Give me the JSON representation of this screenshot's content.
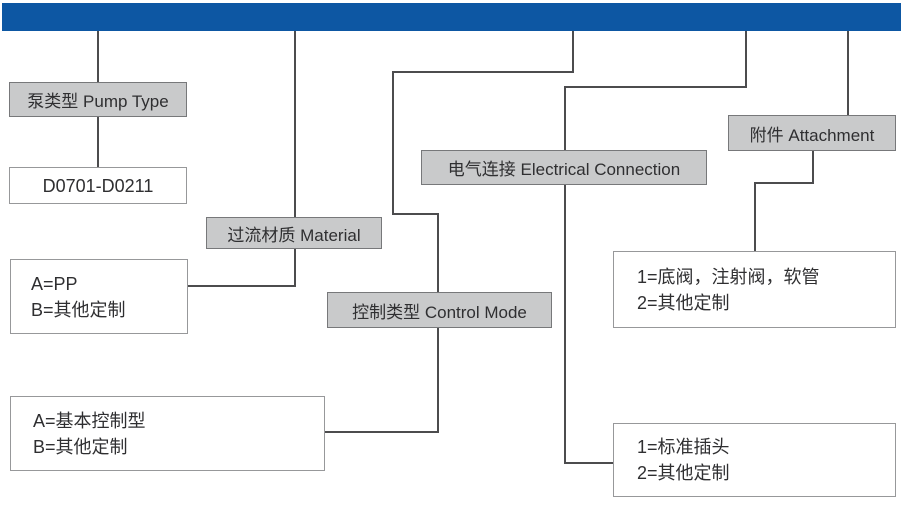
{
  "diagram": {
    "pump_type": {
      "label": "泵类型 Pump Type",
      "code": "D0701-D0211"
    },
    "material": {
      "label": "过流材质 Material",
      "options": [
        "A=PP",
        "B=其他定制"
      ]
    },
    "control_mode": {
      "label": "控制类型 Control Mode",
      "options": [
        "A=基本控制型",
        "B=其他定制"
      ]
    },
    "electrical_connection": {
      "label": "电气连接 Electrical Connection",
      "options": [
        "1=标准插头",
        "2=其他定制"
      ]
    },
    "attachment": {
      "label": "附件 Attachment",
      "options": [
        "1=底阀，注射阀，软管",
        "2=其他定制"
      ]
    }
  },
  "colors": {
    "bar_blue": "#0d57a3",
    "label_fill": "#c9cacb",
    "label_border": "#77787a",
    "value_border": "#97989a",
    "line": "#4c4c4e",
    "text": "#2f2f31"
  }
}
